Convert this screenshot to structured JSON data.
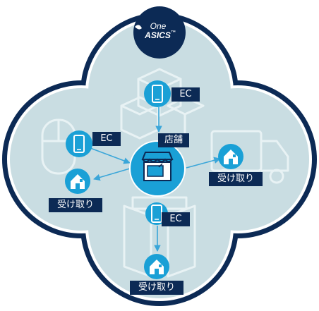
{
  "logo": {
    "line1": "One",
    "line2": "ASICS",
    "trademark": "™"
  },
  "labels": {
    "top_ec": "EC",
    "left_ec": "EC",
    "center_store": "店舗",
    "bottom_ec": "EC",
    "right_pickup": "受け取り",
    "left_pickup": "受け取り",
    "bottom_pickup": "受け取り"
  },
  "icons": {
    "center": "storefront-icon",
    "phone": "smartphone-icon",
    "home": "house-icon",
    "background": [
      "box-stack-icon",
      "truck-icon",
      "door-icon",
      "mouse-icon"
    ]
  },
  "colors": {
    "navy": "#0c2a55",
    "cyan": "#1aa0d6",
    "petal": "#c9dde2",
    "petal_line": "#e2eef1",
    "arrow": "#3aa6d9"
  }
}
